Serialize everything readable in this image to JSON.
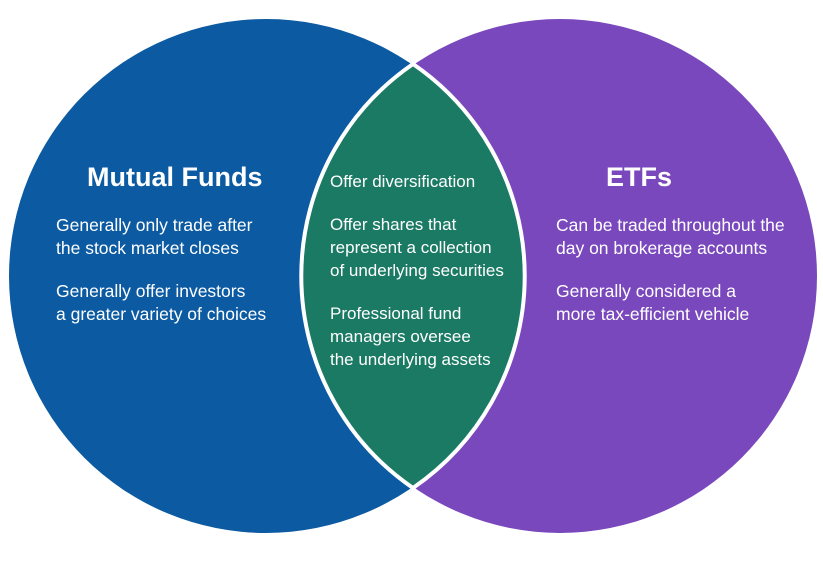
{
  "left": {
    "title": "Mutual Funds",
    "items": [
      [
        "Generally only trade after",
        "the stock market closes"
      ],
      [
        "Generally offer investors",
        "a greater variety of choices"
      ]
    ]
  },
  "right": {
    "title": "ETFs",
    "items": [
      [
        "Can be traded throughout the",
        "day on brokerage accounts"
      ],
      [
        "Generally considered a",
        "more tax-efficient vehicle"
      ]
    ]
  },
  "center": {
    "items": [
      [
        "Offer diversification"
      ],
      [
        "Offer shares that",
        "represent a collection",
        "of underlying securities"
      ],
      [
        "Professional fund",
        "managers oversee",
        "the underlying assets"
      ]
    ]
  },
  "colors": {
    "left_circle": "#0b5aa2",
    "right_circle": "#7a48bd",
    "overlap": "#1a7a64",
    "outline": "#ffffff"
  }
}
